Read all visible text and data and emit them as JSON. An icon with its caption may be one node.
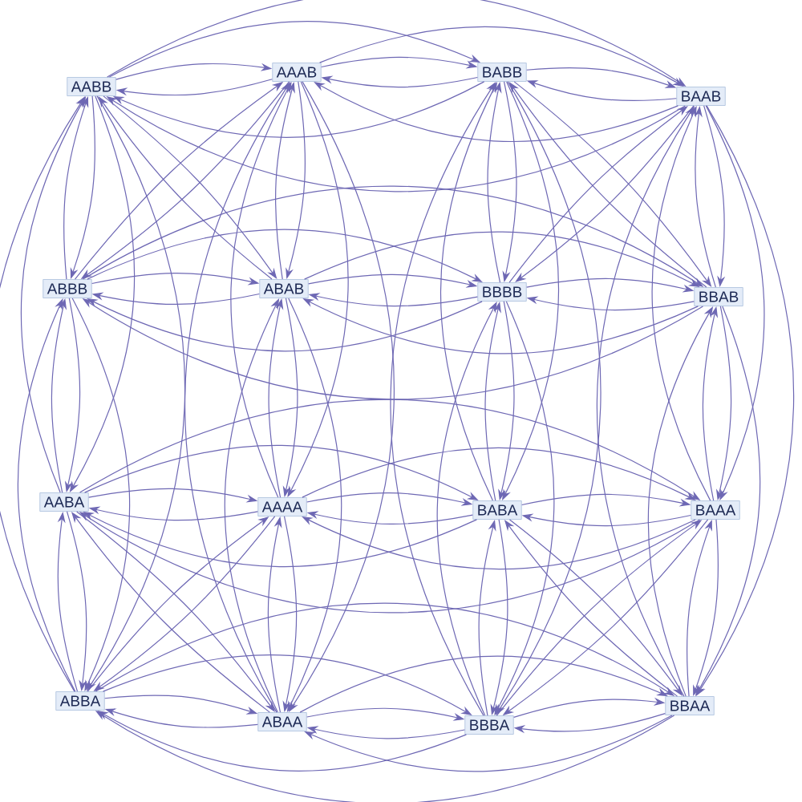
{
  "diagram": {
    "nodes": [
      {
        "text": [
          "AABB"
        ]
      },
      {
        "text": [
          "AAAB"
        ]
      },
      {
        "text": [
          "BABB"
        ]
      },
      {
        "text": [
          "BAAB"
        ]
      },
      {
        "text": [
          "ABBB"
        ]
      },
      {
        "text": [
          "ABAB"
        ]
      },
      {
        "text": [
          "BBBB"
        ]
      },
      {
        "text": [
          "BBAB"
        ]
      },
      {
        "text": [
          "AABA"
        ]
      },
      {
        "text": [
          "AAAA"
        ]
      },
      {
        "text": [
          "BABA"
        ]
      },
      {
        "text": [
          "BAAA"
        ]
      },
      {
        "text": [
          "ABBA"
        ]
      },
      {
        "text": [
          "ABAA"
        ]
      },
      {
        "text": [
          "BBBA"
        ]
      },
      {
        "text": [
          "BBAA"
        ]
      }
    ],
    "edges": [
      {
        "from": 0,
        "to": 1,
        "arrow": "to"
      },
      {
        "from": 1,
        "to": 0,
        "arrow": "to"
      },
      {
        "from": 0,
        "to": 2,
        "arrow": "to"
      },
      {
        "from": 2,
        "to": 0,
        "arrow": "to"
      },
      {
        "from": 0,
        "to": 3,
        "arrow": "to"
      },
      {
        "from": 3,
        "to": 0,
        "arrow": "to"
      },
      {
        "from": 1,
        "to": 2,
        "arrow": "to"
      },
      {
        "from": 2,
        "to": 1,
        "arrow": "to"
      },
      {
        "from": 1,
        "to": 3,
        "arrow": "to"
      },
      {
        "from": 3,
        "to": 1,
        "arrow": "to"
      },
      {
        "from": 2,
        "to": 3,
        "arrow": "to"
      },
      {
        "from": 3,
        "to": 2,
        "arrow": "to"
      },
      {
        "from": 4,
        "to": 5,
        "arrow": "to"
      },
      {
        "from": 5,
        "to": 4,
        "arrow": "to"
      },
      {
        "from": 4,
        "to": 6,
        "arrow": "to"
      },
      {
        "from": 6,
        "to": 4,
        "arrow": "to"
      },
      {
        "from": 4,
        "to": 7,
        "arrow": "to"
      },
      {
        "from": 7,
        "to": 4,
        "arrow": "to"
      },
      {
        "from": 5,
        "to": 6,
        "arrow": "to"
      },
      {
        "from": 6,
        "to": 5,
        "arrow": "to"
      },
      {
        "from": 5,
        "to": 7,
        "arrow": "to"
      },
      {
        "from": 7,
        "to": 5,
        "arrow": "to"
      },
      {
        "from": 6,
        "to": 7,
        "arrow": "to"
      },
      {
        "from": 7,
        "to": 6,
        "arrow": "to"
      },
      {
        "from": 8,
        "to": 9,
        "arrow": "to"
      },
      {
        "from": 9,
        "to": 8,
        "arrow": "to"
      },
      {
        "from": 8,
        "to": 10,
        "arrow": "to"
      },
      {
        "from": 10,
        "to": 8,
        "arrow": "to"
      },
      {
        "from": 8,
        "to": 11,
        "arrow": "to"
      },
      {
        "from": 11,
        "to": 8,
        "arrow": "to"
      },
      {
        "from": 9,
        "to": 10,
        "arrow": "to"
      },
      {
        "from": 10,
        "to": 9,
        "arrow": "to"
      },
      {
        "from": 9,
        "to": 11,
        "arrow": "to"
      },
      {
        "from": 11,
        "to": 9,
        "arrow": "to"
      },
      {
        "from": 10,
        "to": 11,
        "arrow": "to"
      },
      {
        "from": 11,
        "to": 10,
        "arrow": "to"
      },
      {
        "from": 12,
        "to": 13,
        "arrow": "to"
      },
      {
        "from": 13,
        "to": 12,
        "arrow": "to"
      },
      {
        "from": 12,
        "to": 14,
        "arrow": "to"
      },
      {
        "from": 14,
        "to": 12,
        "arrow": "to"
      },
      {
        "from": 12,
        "to": 15,
        "arrow": "to"
      },
      {
        "from": 15,
        "to": 12,
        "arrow": "to"
      },
      {
        "from": 13,
        "to": 14,
        "arrow": "to"
      },
      {
        "from": 14,
        "to": 13,
        "arrow": "to"
      },
      {
        "from": 13,
        "to": 15,
        "arrow": "to"
      },
      {
        "from": 15,
        "to": 13,
        "arrow": "to"
      },
      {
        "from": 14,
        "to": 15,
        "arrow": "to"
      },
      {
        "from": 15,
        "to": 14,
        "arrow": "to"
      },
      {
        "from": 0,
        "to": 4,
        "arrow": "to"
      },
      {
        "from": 4,
        "to": 0,
        "arrow": "to"
      },
      {
        "from": 0,
        "to": 8,
        "arrow": "to"
      },
      {
        "from": 8,
        "to": 0,
        "arrow": "to"
      },
      {
        "from": 0,
        "to": 12,
        "arrow": "to"
      },
      {
        "from": 12,
        "to": 0,
        "arrow": "to"
      },
      {
        "from": 4,
        "to": 8,
        "arrow": "to"
      },
      {
        "from": 8,
        "to": 4,
        "arrow": "to"
      },
      {
        "from": 4,
        "to": 12,
        "arrow": "to"
      },
      {
        "from": 12,
        "to": 4,
        "arrow": "to"
      },
      {
        "from": 8,
        "to": 12,
        "arrow": "to"
      },
      {
        "from": 12,
        "to": 8,
        "arrow": "to"
      },
      {
        "from": 1,
        "to": 5,
        "arrow": "to"
      },
      {
        "from": 5,
        "to": 1,
        "arrow": "to"
      },
      {
        "from": 1,
        "to": 9,
        "arrow": "to"
      },
      {
        "from": 9,
        "to": 1,
        "arrow": "to"
      },
      {
        "from": 1,
        "to": 13,
        "arrow": "to"
      },
      {
        "from": 13,
        "to": 1,
        "arrow": "to"
      },
      {
        "from": 5,
        "to": 9,
        "arrow": "to"
      },
      {
        "from": 9,
        "to": 5,
        "arrow": "to"
      },
      {
        "from": 5,
        "to": 13,
        "arrow": "to"
      },
      {
        "from": 13,
        "to": 5,
        "arrow": "to"
      },
      {
        "from": 9,
        "to": 13,
        "arrow": "to"
      },
      {
        "from": 13,
        "to": 9,
        "arrow": "to"
      },
      {
        "from": 2,
        "to": 6,
        "arrow": "to"
      },
      {
        "from": 6,
        "to": 2,
        "arrow": "to"
      },
      {
        "from": 2,
        "to": 10,
        "arrow": "to"
      },
      {
        "from": 10,
        "to": 2,
        "arrow": "to"
      },
      {
        "from": 2,
        "to": 14,
        "arrow": "to"
      },
      {
        "from": 14,
        "to": 2,
        "arrow": "to"
      },
      {
        "from": 6,
        "to": 10,
        "arrow": "to"
      },
      {
        "from": 10,
        "to": 6,
        "arrow": "to"
      },
      {
        "from": 6,
        "to": 14,
        "arrow": "to"
      },
      {
        "from": 14,
        "to": 6,
        "arrow": "to"
      },
      {
        "from": 10,
        "to": 14,
        "arrow": "to"
      },
      {
        "from": 14,
        "to": 10,
        "arrow": "to"
      },
      {
        "from": 3,
        "to": 7,
        "arrow": "to"
      },
      {
        "from": 7,
        "to": 3,
        "arrow": "to"
      },
      {
        "from": 3,
        "to": 11,
        "arrow": "to"
      },
      {
        "from": 11,
        "to": 3,
        "arrow": "to"
      },
      {
        "from": 3,
        "to": 15,
        "arrow": "to"
      },
      {
        "from": 15,
        "to": 3,
        "arrow": "to"
      },
      {
        "from": 7,
        "to": 11,
        "arrow": "to"
      },
      {
        "from": 11,
        "to": 7,
        "arrow": "to"
      },
      {
        "from": 7,
        "to": 15,
        "arrow": "to"
      },
      {
        "from": 15,
        "to": 7,
        "arrow": "to"
      },
      {
        "from": 11,
        "to": 15,
        "arrow": "to"
      },
      {
        "from": 15,
        "to": 11,
        "arrow": "to"
      },
      {
        "from": 0,
        "to": 5,
        "arrow": "to"
      },
      {
        "from": 5,
        "to": 0,
        "arrow": "to"
      },
      {
        "from": 1,
        "to": 4,
        "arrow": "to"
      },
      {
        "from": 4,
        "to": 1,
        "arrow": "to"
      },
      {
        "from": 2,
        "to": 7,
        "arrow": "to"
      },
      {
        "from": 7,
        "to": 2,
        "arrow": "to"
      },
      {
        "from": 3,
        "to": 6,
        "arrow": "to"
      },
      {
        "from": 6,
        "to": 3,
        "arrow": "to"
      },
      {
        "from": 8,
        "to": 13,
        "arrow": "to"
      },
      {
        "from": 13,
        "to": 8,
        "arrow": "to"
      },
      {
        "from": 9,
        "to": 12,
        "arrow": "to"
      },
      {
        "from": 12,
        "to": 9,
        "arrow": "to"
      },
      {
        "from": 10,
        "to": 15,
        "arrow": "to"
      },
      {
        "from": 15,
        "to": 10,
        "arrow": "to"
      },
      {
        "from": 11,
        "to": 14,
        "arrow": "to"
      },
      {
        "from": 14,
        "to": 11,
        "arrow": "to"
      }
    ]
  }
}
